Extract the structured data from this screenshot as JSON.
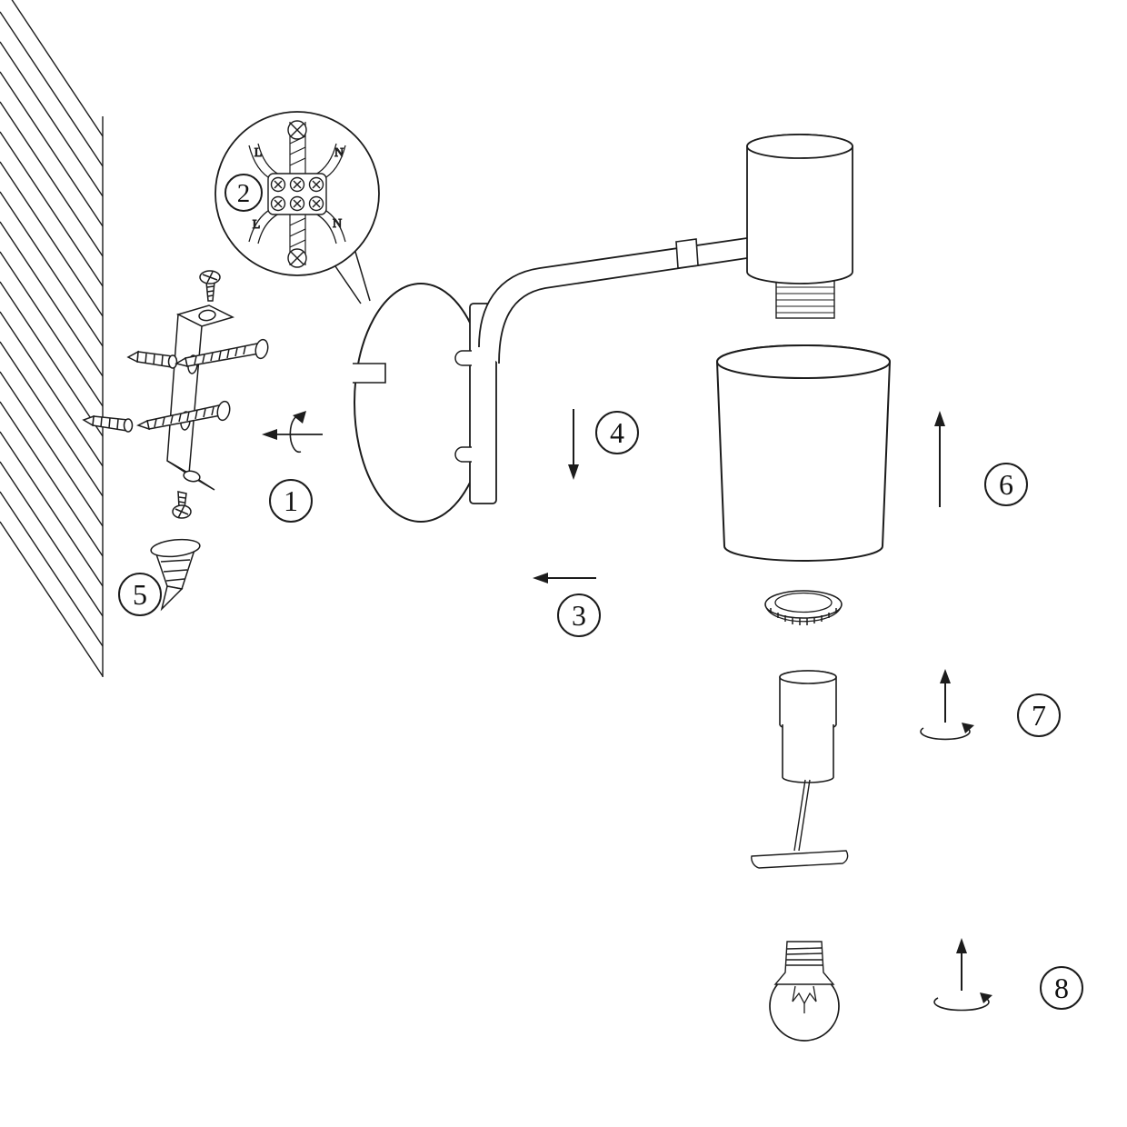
{
  "diagram": {
    "kind": "wall-lamp-assembly-instruction-diagram",
    "background_color": "#ffffff",
    "line_color": "#1c1c1c",
    "steps": [
      "1",
      "2",
      "3",
      "4",
      "5",
      "6",
      "7",
      "8"
    ],
    "wiring_labels": [
      "L",
      "N",
      "L",
      "N"
    ]
  }
}
